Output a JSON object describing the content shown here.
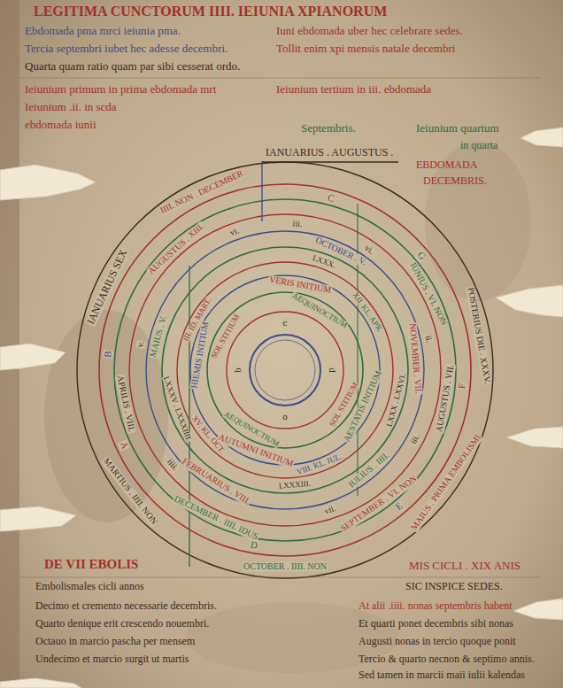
{
  "diagram": {
    "title": "LEGITIMA CUNCTORUM IIII. IEIUNIA XPIANORUM",
    "labels": [
      "Ebdomada pma mrci ieiunia pma.",
      "Iuni ebdomada uber hec celebrare sedes.",
      "Tercia septembri iubet hec adesse decembri.",
      "Tollit enim xpi mensis natale decembri",
      "Quarta quam ratio quam par sibi cesserat ordo.",
      "Ieiunium primum in prima ebdomada mrt",
      "Ieiunium tertium in iii. ebdomada",
      "Ieiunium .ii. in scda",
      "ebdomada iunii",
      "Septembris.",
      "Ieiunium quartum",
      "in quarta",
      "EBDOMADA",
      "DECEMBRIS.",
      "IANUARIUS . AUGUSTUS .",
      "IANUARIUS SEX",
      "IIII. NON . DECEMBER",
      "POSTERIUS DIE . XXXV.",
      "MAIUS . PRIMA EMBOLISMI",
      "OCTOBER . IIII. NON",
      "MARTIUS . IIII. NON",
      "C",
      "G",
      "F",
      "E",
      "D",
      "A",
      "B",
      "AUGUSTUS . XIII.",
      "IUNIUS . VI. NON",
      "AUGUSTUS . VII.",
      "SEPTEMBER . VI. NON",
      "DECEMBER . IIII. IDUS",
      "APRILIS . VIII.",
      "iii.",
      "vi.",
      "ii.",
      "iii.",
      "vii.",
      "iiii.",
      "v.",
      "vi.",
      "OCTOBER . V.",
      "NOVEMBER . VII.",
      "IULIUS . IIII.",
      "FEBRUARIUS . VIII.",
      "MAIUS . V.",
      "LXXXV . LXXXIIII.",
      "LXXX . LXXVI.",
      "LXXXIII.",
      "LXXX.",
      "III. ID. MART.",
      "XII. KL. APR.",
      "VIII. KL. IUL.",
      "XV. KL. OCT.",
      "VERIS INITIUM",
      "AESTATIS INITIUM",
      "AUTUMNI INITIUM",
      "HIEMIS INITIUM",
      "AEQUINOCTIUM",
      "SOL STITIUM",
      "AEQUINOCTIUM",
      "SOL STITIUM",
      "b",
      "c",
      "d",
      "o",
      "DE VII EBOLIS",
      "MIS CICLI . XIX ANIS",
      "SIC INSPICE SEDES.",
      "Embolismales cicli annos",
      "Decimo et cremento necessarie decembris.",
      "Quarto denique erit crescendo nouembri.",
      "Octauo in marcio pascha per mensem",
      "Undecimo et marcio surgit ut martis",
      "At alii .iiii. nonas septembris habent",
      "Et quarti ponet decembris sibi nonas",
      "Augusti nonas in tercio quoque ponit",
      "Tercio & quarto necnon & septimo annis.",
      "Sed tamen in marcii maii iulii kalendas"
    ]
  }
}
